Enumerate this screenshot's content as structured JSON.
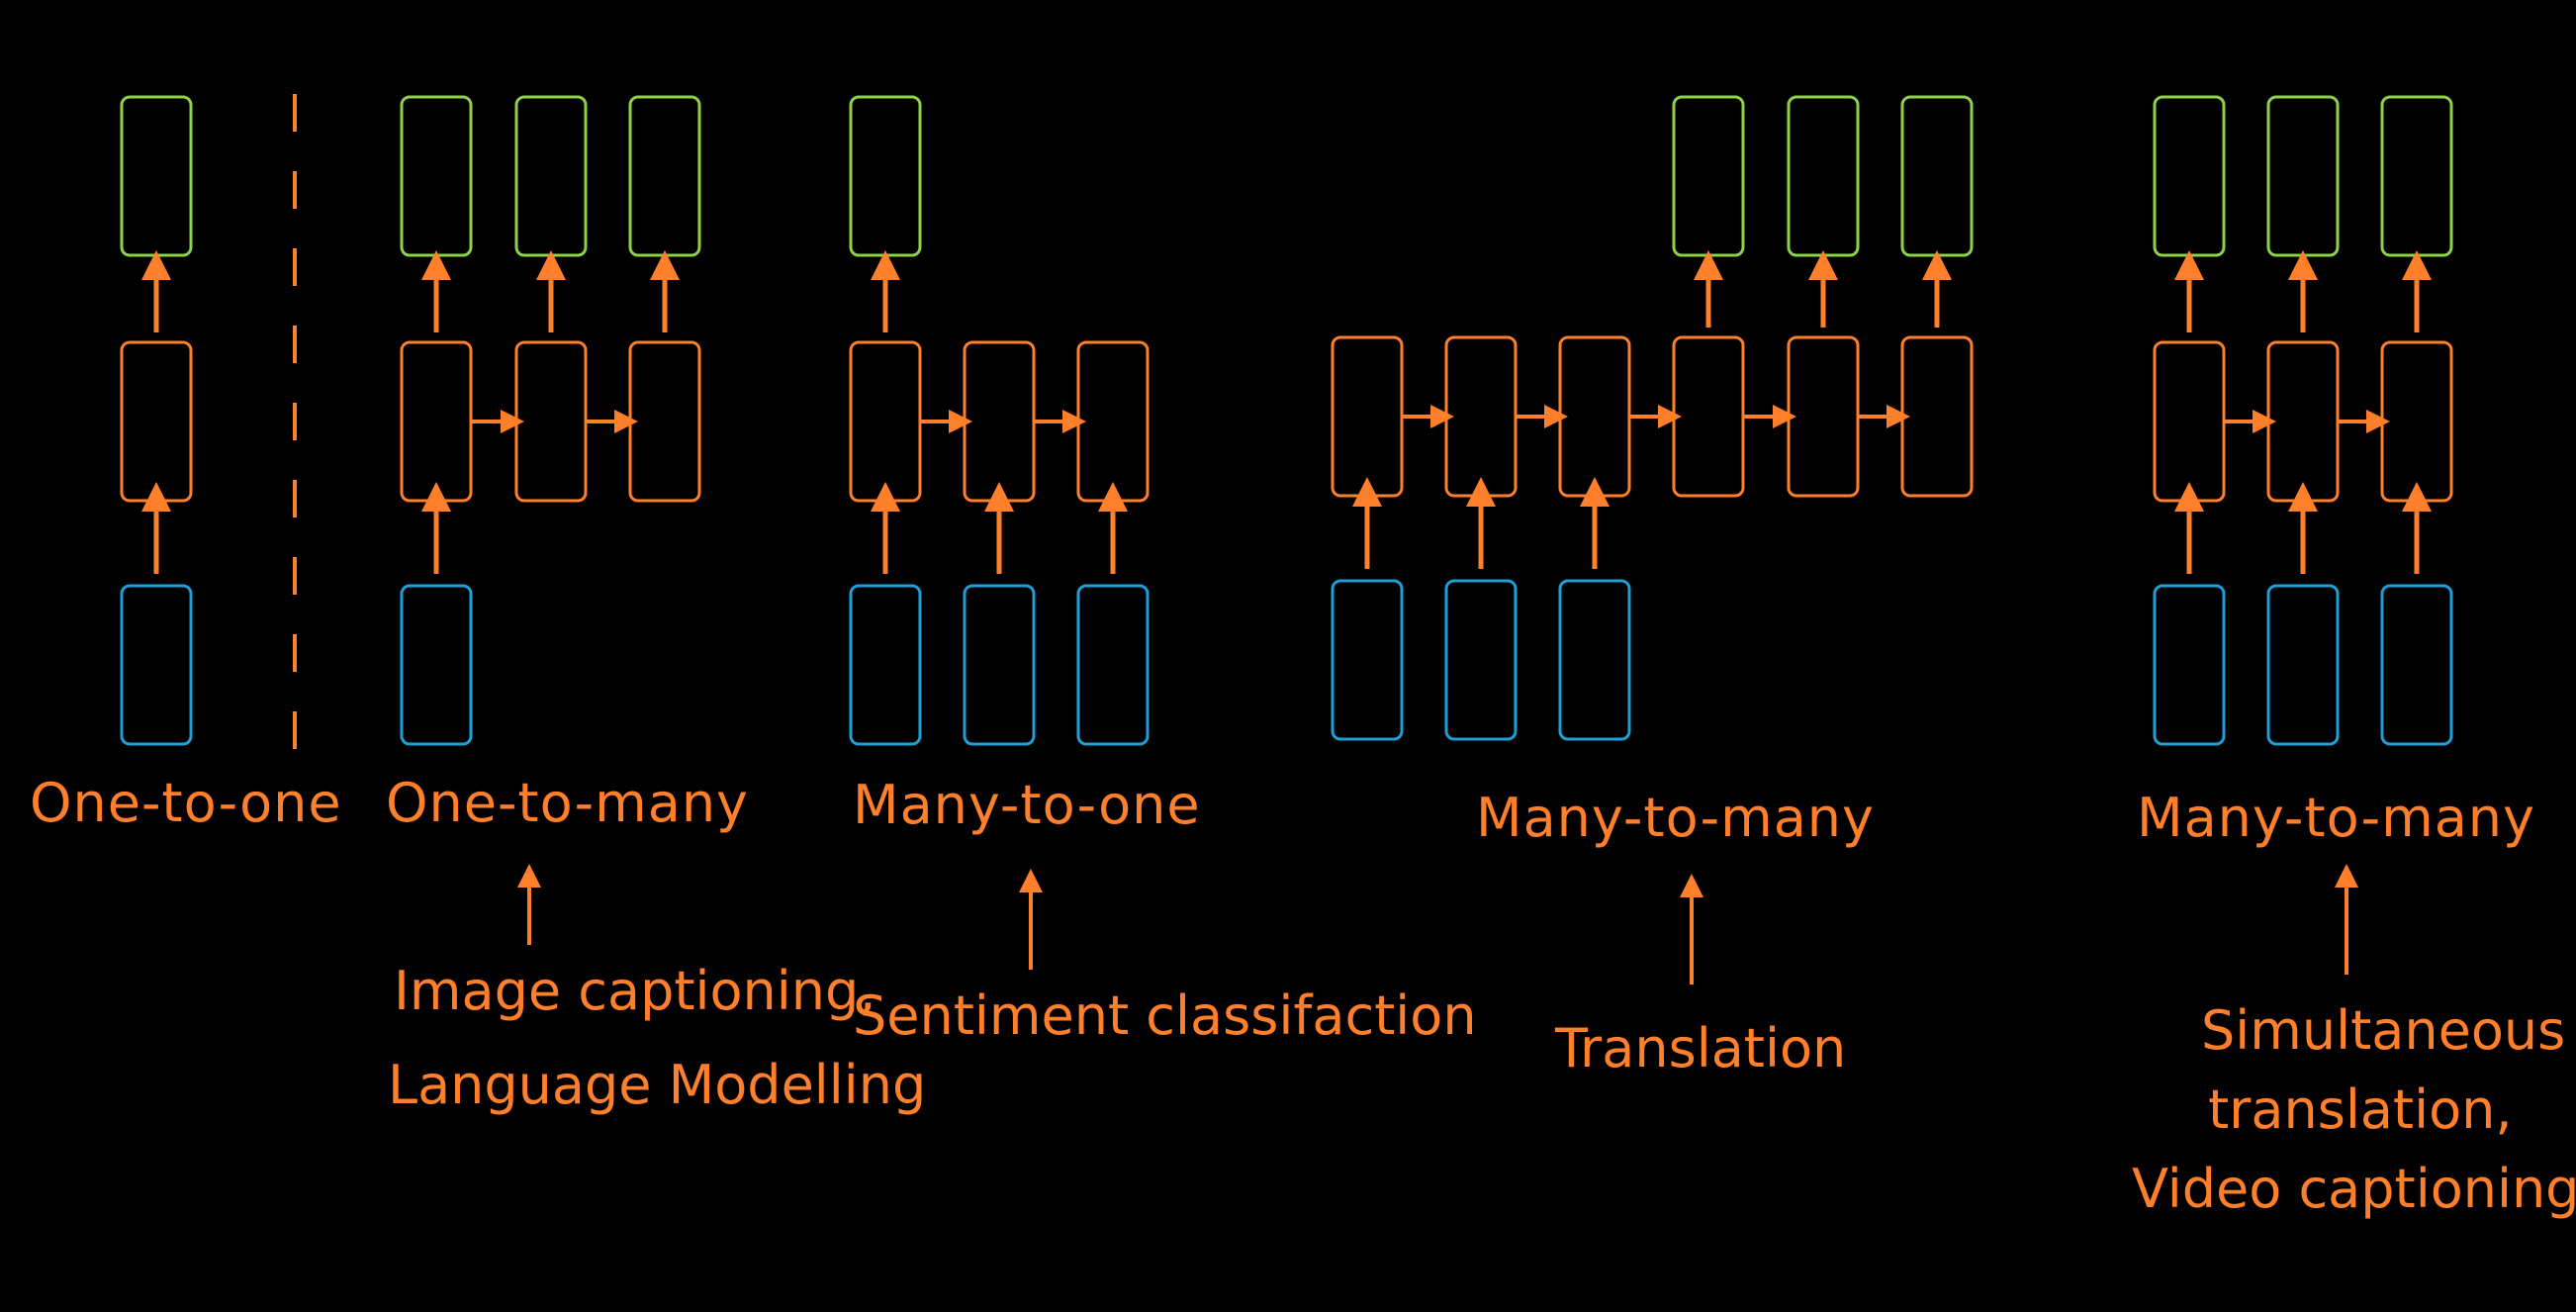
{
  "colors": {
    "background": "#000000",
    "input": "#1e9fd6",
    "hidden": "#ff7f2a",
    "output": "#8ed24a",
    "arrow": "#ff7f2a",
    "text": "#ff7f2a"
  },
  "groups": [
    {
      "id": "one-to-one",
      "label": "One-to-one",
      "applications": []
    },
    {
      "id": "one-to-many",
      "label": "One-to-many",
      "applications": [
        "Image captioning,",
        "Language Modelling"
      ]
    },
    {
      "id": "many-to-one",
      "label": "Many-to-one",
      "applications": [
        "Sentiment classifaction"
      ]
    },
    {
      "id": "many-to-many-seq2seq",
      "label": "Many-to-many",
      "applications": [
        "Translation"
      ]
    },
    {
      "id": "many-to-many-sync",
      "label": "Many-to-many",
      "applications": [
        "Simultaneous",
        "translation,",
        "Video captioning"
      ]
    }
  ]
}
